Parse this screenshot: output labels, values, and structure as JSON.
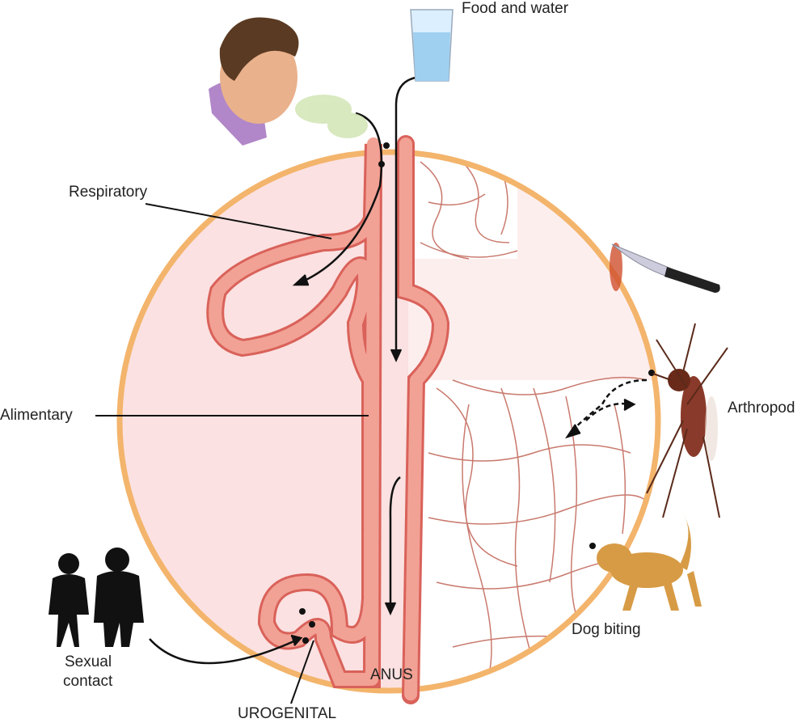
{
  "title": "Routes of entry of pathogens",
  "labels": {
    "food_water": "Food and water",
    "respiratory": "Respiratory",
    "alimentary": "Alimentary",
    "arthropod": "Arthropod",
    "dog_biting": "Dog biting",
    "sexual_contact_line1": "Sexual",
    "sexual_contact_line2": "contact",
    "anus": "ANUS",
    "urogenital": "UROGENITAL"
  },
  "colors": {
    "body_fill": "#fbe1e1",
    "skin_rim": "#f3b46c",
    "epithelium": "#d9625a",
    "cell": "#f2a195"
  }
}
